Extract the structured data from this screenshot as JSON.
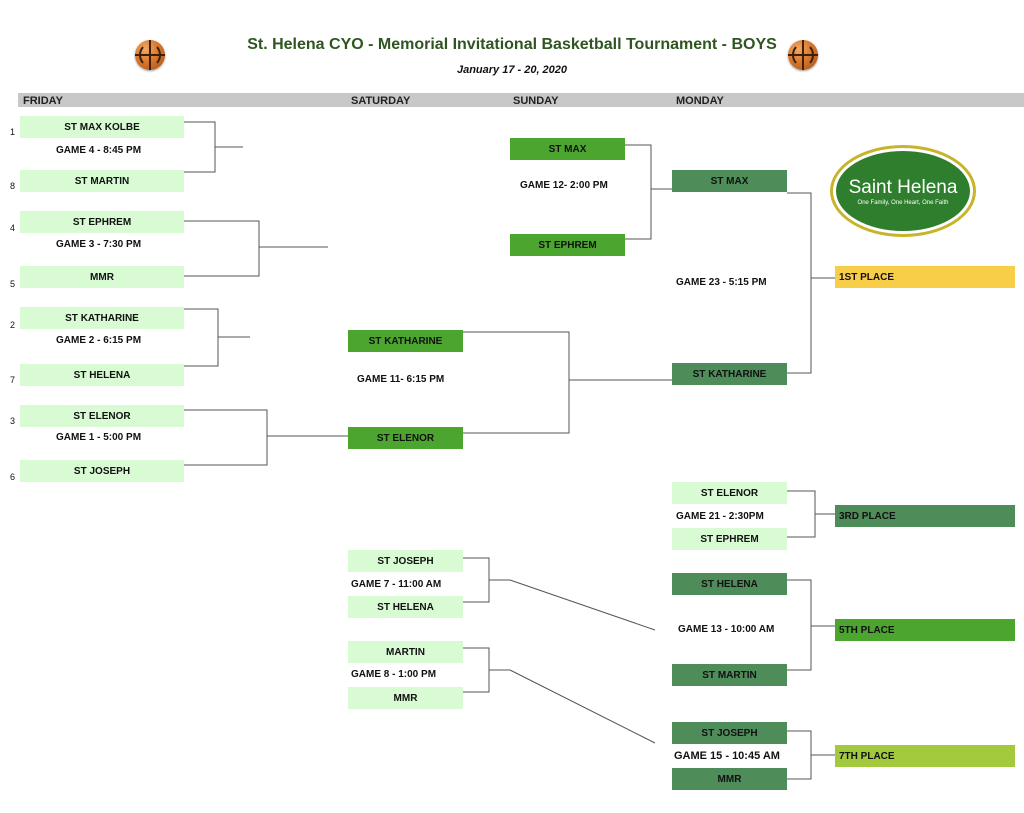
{
  "header": {
    "title": "St. Helena CYO - Memorial Invitational Basketball Tournament - BOYS",
    "dates": "January 17 - 20, 2020",
    "icons": [
      "basketball-icon",
      "basketball-icon"
    ]
  },
  "days": [
    "FRIDAY",
    "SATURDAY",
    "SUNDAY",
    "MONDAY"
  ],
  "friday": {
    "seeds": [
      "1",
      "8",
      "4",
      "5",
      "2",
      "7",
      "3",
      "6"
    ],
    "teams": [
      "ST MAX KOLBE",
      "ST MARTIN",
      "ST EPHREM",
      "MMR",
      "ST KATHARINE",
      "ST HELENA",
      "ST ELENOR",
      "ST JOSEPH"
    ],
    "games": [
      "GAME 4 - 8:45 PM",
      "GAME 3 - 7:30 PM",
      "GAME 2 - 6:15 PM",
      "GAME 1 - 5:00 PM"
    ]
  },
  "saturday": {
    "teams": [
      "ST KATHARINE",
      "ST ELENOR",
      "ST JOSEPH",
      "ST HELENA",
      "MARTIN",
      "MMR"
    ],
    "games": [
      "GAME 11- 6:15 PM",
      "GAME 7 - 11:00 AM",
      "GAME 8 - 1:00 PM"
    ]
  },
  "sunday": {
    "teams": [
      "ST MAX",
      "ST EPHREM"
    ],
    "games": [
      "GAME 12- 2:00 PM"
    ]
  },
  "monday": {
    "teams": [
      "ST MAX",
      "ST KATHARINE",
      "ST ELENOR",
      "ST EPHREM",
      "ST HELENA",
      "ST MARTIN",
      "ST JOSEPH",
      "MMR"
    ],
    "games": [
      "GAME 23 - 5:15 PM",
      "GAME 21 - 2:30PM",
      "GAME 13 - 10:00 AM",
      "GAME 15 - 10:45 AM"
    ]
  },
  "places": [
    "1ST PLACE",
    "3RD PLACE",
    "5TH PLACE",
    "7TH PLACE"
  ],
  "logo": {
    "name": "Saint Helena",
    "tagline": "One Family, One Heart, One Faith"
  },
  "colors": {
    "title": "#2f5620",
    "light_team": "#d9fbd4",
    "winner_green": "#4ca52f",
    "dark_green": "#4e8c5a",
    "first_place": "#f8cd47",
    "third_place": "#4e8c5a",
    "fifth_place": "#4ca52f",
    "seventh_place": "#a3c93c"
  }
}
